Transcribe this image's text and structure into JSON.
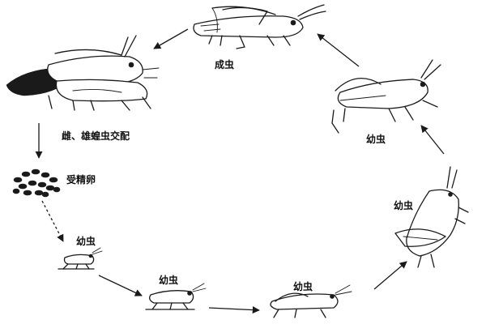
{
  "diagram": {
    "labels": {
      "adult": "成虫",
      "mating": "雌、雄蝗虫交配",
      "eggs": "受精卵",
      "nymph_1": "幼虫",
      "nymph_2": "幼虫",
      "nymph_3": "幼虫",
      "nymph_4": "幼虫",
      "nymph_5": "幼虫"
    },
    "colors": {
      "ink": "#1a1a1a",
      "background": "#ffffff"
    }
  }
}
